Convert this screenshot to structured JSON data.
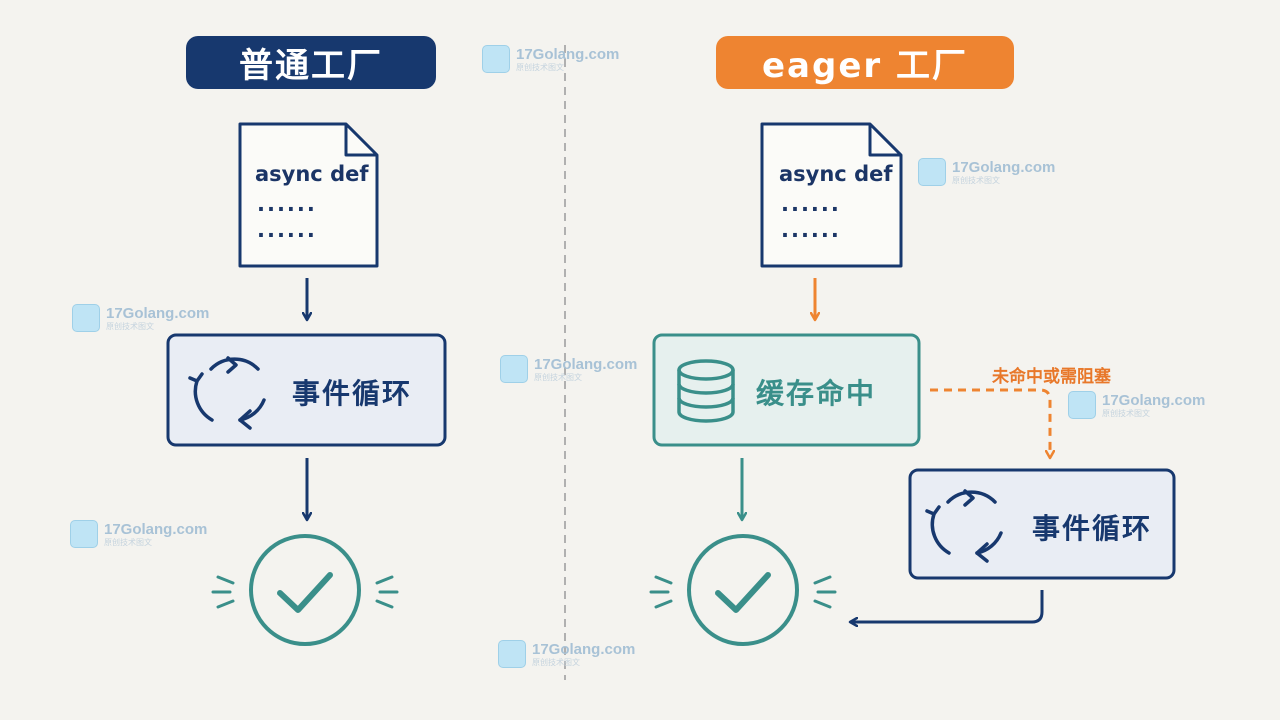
{
  "left": {
    "title": "普通工厂",
    "code_line": "async def",
    "dots": "......",
    "loop_label": "事件循环"
  },
  "right": {
    "title": "eager 工厂",
    "code_line": "async def",
    "dots": "......",
    "cache_label": "缓存命中",
    "miss_note": "未命中或需阻塞",
    "loop_label": "事件循环"
  },
  "watermark": {
    "text": "17Golang.com",
    "subtext": "原创技术图文"
  },
  "colors": {
    "navy": "#17386e",
    "orange": "#ee8431",
    "teal": "#3a8f8a",
    "box_fill": "#e9edf4",
    "cache_fill": "#e6f0ee"
  },
  "icons": [
    "document-icon",
    "refresh-cycle-icon",
    "checkmark-circle-icon",
    "database-icon"
  ]
}
